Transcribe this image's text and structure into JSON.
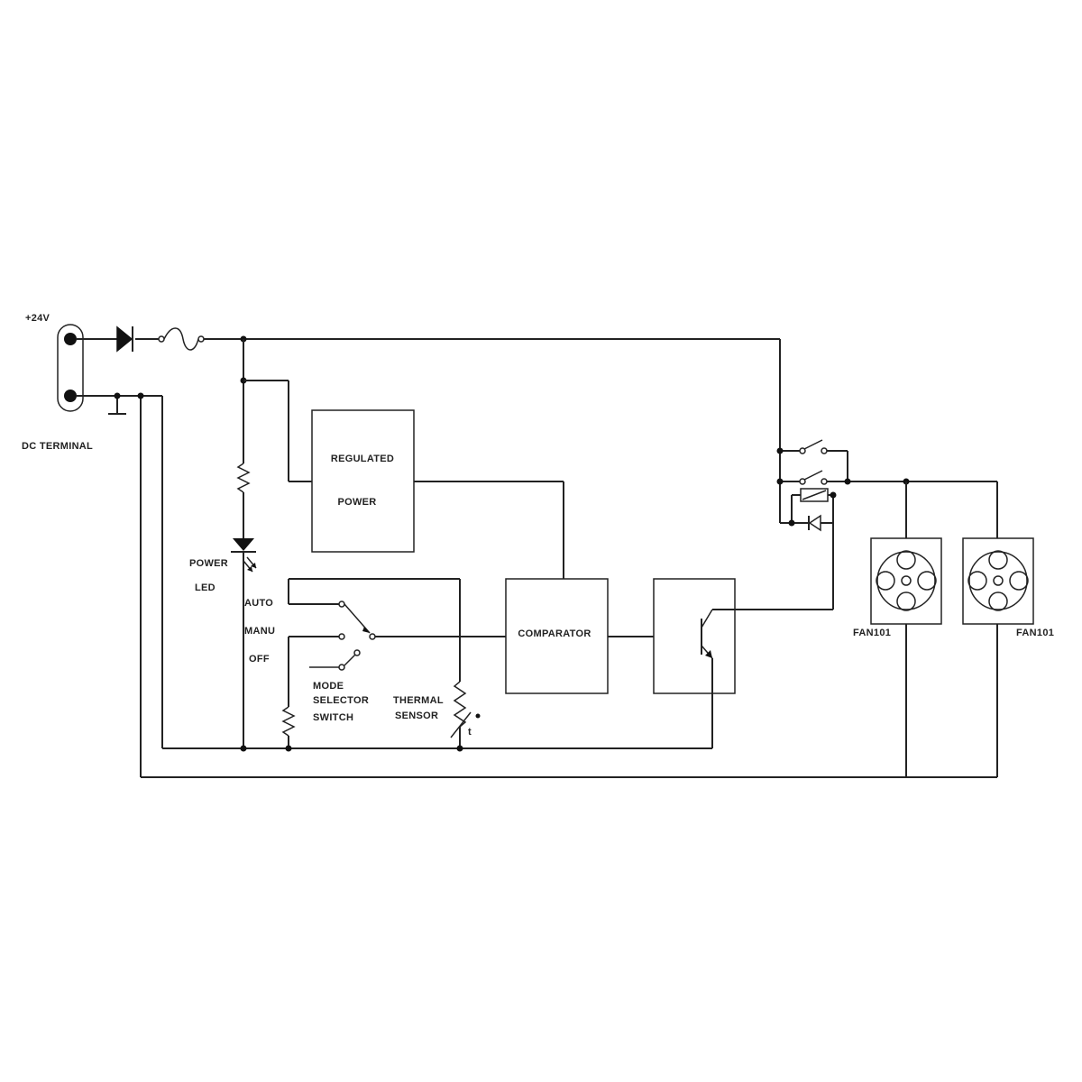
{
  "labels": {
    "supply_voltage": "+24V",
    "dc_terminal": "DC  TERMINAL",
    "regulated_line1": "REGULATED",
    "regulated_line2": "POWER",
    "power_led_line1": "POWER",
    "power_led_line2": "LED",
    "mode_auto": "AUTO",
    "mode_manu": "MANU",
    "mode_off": "OFF",
    "mode_switch_line1": "MODE",
    "mode_switch_line2": "SELECTOR",
    "mode_switch_line3": "SWITCH",
    "thermal_line1": "THERMAL",
    "thermal_line2": "SENSOR",
    "comparator": "COMPARATOR",
    "fan_1": "FAN101",
    "fan_2": "FAN101",
    "thermistor_symbol": "t"
  },
  "colors": {
    "wire": "#222222",
    "background": "#ffffff"
  }
}
